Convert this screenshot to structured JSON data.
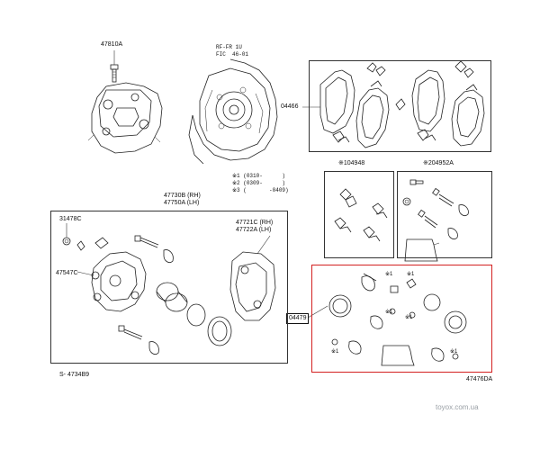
{
  "labels": {
    "p47810a": "47810A",
    "rf_fr": "RF-FR 1U",
    "fic": "FIC  46-01",
    "p04466": "04466",
    "p47730b": "47730B (RH)",
    "p47750a": "47750A (LH)",
    "p31478c": "31478C",
    "p47547c": "47547C",
    "p47721c": "47721C (RH)",
    "p47722a": "47722A (LH)",
    "p104948": "※104948",
    "p204952a": "※204952A",
    "p04479": "04479",
    "s_ref": "S- 4734B9",
    "fig_ref": "47476DA"
  },
  "notes": [
    "※1 (0310-      )",
    "※2 (0309-      )",
    "※3 (       -0409)"
  ],
  "kit_marks": {
    "m1a": "※1",
    "m1b": "※1",
    "m1c": "※1",
    "m1d": "※1",
    "m1e": "※1",
    "m1f": "※1"
  },
  "watermark": "toyox.com.ua",
  "colors": {
    "line": "#222222",
    "highlight_box": "#d32020",
    "watermark": "#9aa0a6"
  }
}
